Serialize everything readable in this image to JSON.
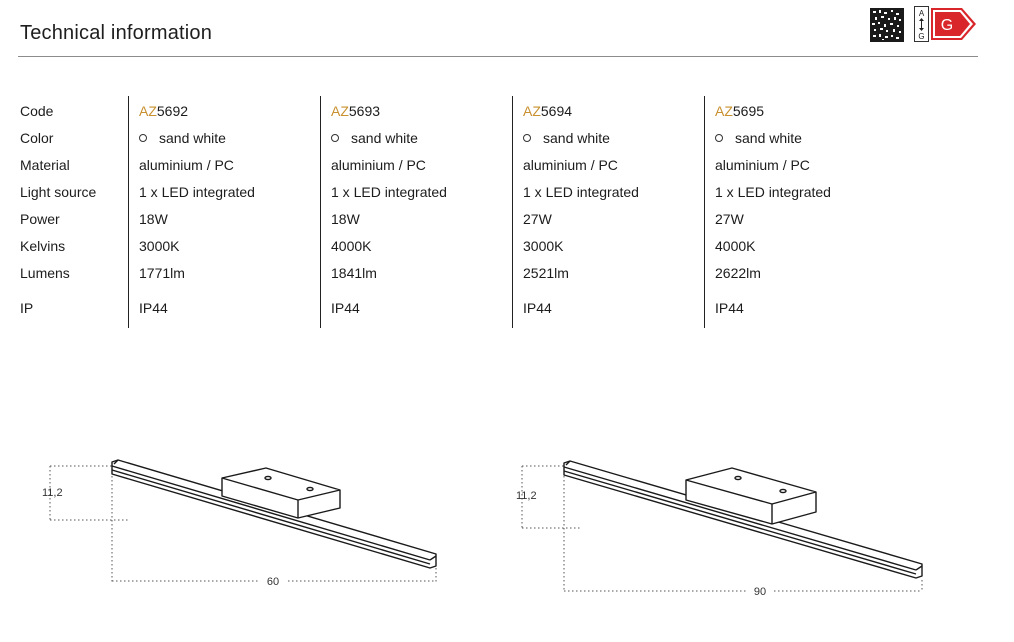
{
  "header": {
    "title": "Technical information",
    "energy_scale": [
      "A",
      "G"
    ],
    "energy_class": "G"
  },
  "row_labels": [
    "Code",
    "Color",
    "Material",
    "Light source",
    "Power",
    "Kelvins",
    "Lumens",
    "IP"
  ],
  "products": [
    {
      "code_prefix": "AZ",
      "code_number": "5692",
      "color": "sand white",
      "material": "aluminium / PC",
      "light_source": "1 x LED integrated",
      "power": "18W",
      "kelvins": "3000K",
      "lumens": "1771lm",
      "ip": "IP44"
    },
    {
      "code_prefix": "AZ",
      "code_number": "5693",
      "color": "sand white",
      "material": "aluminium / PC",
      "light_source": "1 x LED integrated",
      "power": "18W",
      "kelvins": "4000K",
      "lumens": "1841lm",
      "ip": "IP44"
    },
    {
      "code_prefix": "AZ",
      "code_number": "5694",
      "color": "sand white",
      "material": "aluminium / PC",
      "light_source": "1 x LED integrated",
      "power": "27W",
      "kelvins": "3000K",
      "lumens": "2521lm",
      "ip": "IP44"
    },
    {
      "code_prefix": "AZ",
      "code_number": "5695",
      "color": "sand white",
      "material": "aluminium / PC",
      "light_source": "1 x LED integrated",
      "power": "27W",
      "kelvins": "4000K",
      "lumens": "2622lm",
      "ip": "IP44"
    }
  ],
  "drawings": [
    {
      "height_label": "11,2",
      "width_label": "60"
    },
    {
      "height_label": "11,2",
      "width_label": "90"
    }
  ],
  "colors": {
    "accent": "#c8902e",
    "rule": "#8c8c8c",
    "energy_arrow": "#d9262b"
  },
  "icons": [
    "qr-code-icon",
    "energy-label-icon",
    "color-swatch-icon"
  ]
}
